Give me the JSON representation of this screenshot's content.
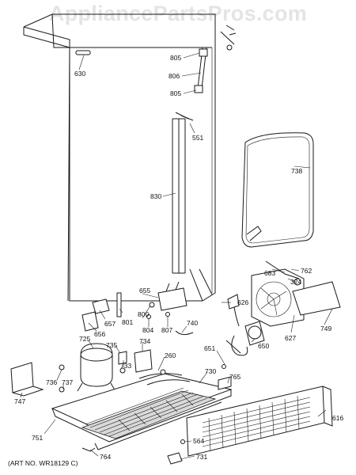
{
  "watermark": "AppliancePartsPros.com",
  "art_number": "(ART NO. WR18129 C)",
  "part_labels": {
    "p630": "630",
    "p805a": "805",
    "p806": "806",
    "p805b": "805",
    "p551": "551",
    "p738": "738",
    "p830": "830",
    "p762": "762",
    "p683": "683",
    "p324": "324",
    "p655": "655",
    "p626": "626",
    "p801": "801",
    "p657": "657",
    "p800": "800",
    "p656": "656",
    "p804": "804",
    "p807": "807",
    "p740": "740",
    "p749": "749",
    "p627": "627",
    "p725": "725",
    "p735": "735",
    "p734": "734",
    "p651": "651",
    "p650": "650",
    "p260": "260",
    "p733": "733",
    "p730": "730",
    "p736": "736",
    "p737": "737",
    "p765": "765",
    "p747": "747",
    "p616": "616",
    "p751": "751",
    "p564": "564",
    "p764": "764",
    "p731": "731"
  }
}
